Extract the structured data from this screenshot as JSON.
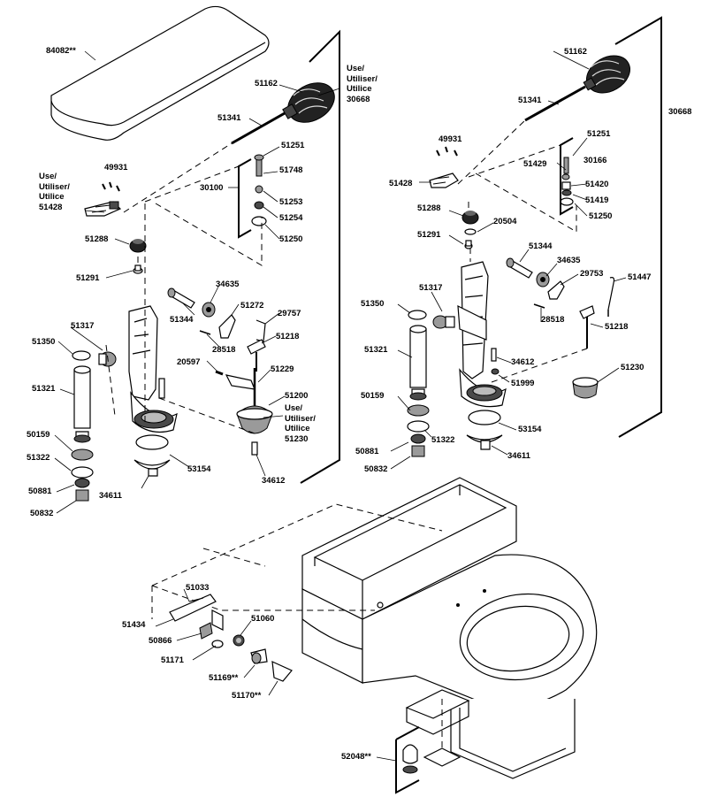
{
  "labels": {
    "l84082": "84082**",
    "l51162a": "51162",
    "l51341a": "51341",
    "l51251a": "51251",
    "l51748": "51748",
    "l30100": "30100",
    "l51253": "51253",
    "l51254": "51254",
    "l51250a": "51250",
    "l49931a": "49931",
    "l51288a": "51288",
    "l51291a": "51291",
    "l34635a": "34635",
    "l51344a": "51344",
    "l51272": "51272",
    "l29757": "29757",
    "l51218a": "51218",
    "l28518a": "28518",
    "l20597": "20597",
    "l51229": "51229",
    "l51200": "51200",
    "l51317a": "51317",
    "l51350a": "51350",
    "l51321a": "51321",
    "l50159a": "50159",
    "l51322a": "51322",
    "l50881a": "50881",
    "l50832a": "50832",
    "l34611a": "34611",
    "l53154a": "53154",
    "l34612a": "34612",
    "l30668a": "30668",
    "l51162b": "51162",
    "l51341b": "51341",
    "l49931b": "49931",
    "l51251b": "51251",
    "l51429": "51429",
    "l30166": "30166",
    "l51420": "51420",
    "l51428b": "51428",
    "l51419": "51419",
    "l51250b": "51250",
    "l51288b": "51288",
    "l20504": "20504",
    "l51291b": "51291",
    "l51344b": "51344",
    "l34635b": "34635",
    "l29753": "29753",
    "l51447": "51447",
    "l51317b": "51317",
    "l51350b": "51350",
    "l28518b": "28518",
    "l51218b": "51218",
    "l51321b": "51321",
    "l34612b": "34612",
    "l51230b": "51230",
    "l51999": "51999",
    "l50159b": "50159",
    "l53154b": "53154",
    "l51322b": "51322",
    "l50881b": "50881",
    "l34611b": "34611",
    "l50832b": "50832",
    "l30668b": "30668",
    "l51033": "51033",
    "l51434": "51434",
    "l51060": "51060",
    "l50866": "50866",
    "l51171": "51171",
    "l51169": "51169**",
    "l51170": "51170**",
    "l52048": "52048**"
  },
  "notes": {
    "use_a": "Use/\nUtiliser/\nUtilice\n30668",
    "use_b": "Use/\nUtiliser/\nUtilice\n51428",
    "use_c": "Use/\nUtiliser/\nUtilice\n51230"
  }
}
